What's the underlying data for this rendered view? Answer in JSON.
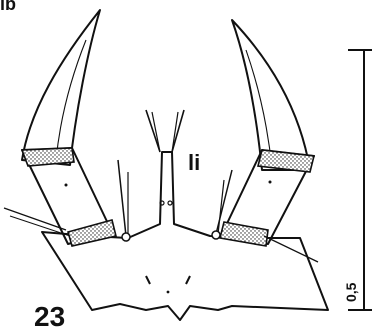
{
  "figure": {
    "panel_label": "ib",
    "figure_number": "23",
    "structure_label": "li",
    "scale_label": "0,5"
  },
  "colors": {
    "ink": "#111111",
    "background": "#ffffff"
  }
}
